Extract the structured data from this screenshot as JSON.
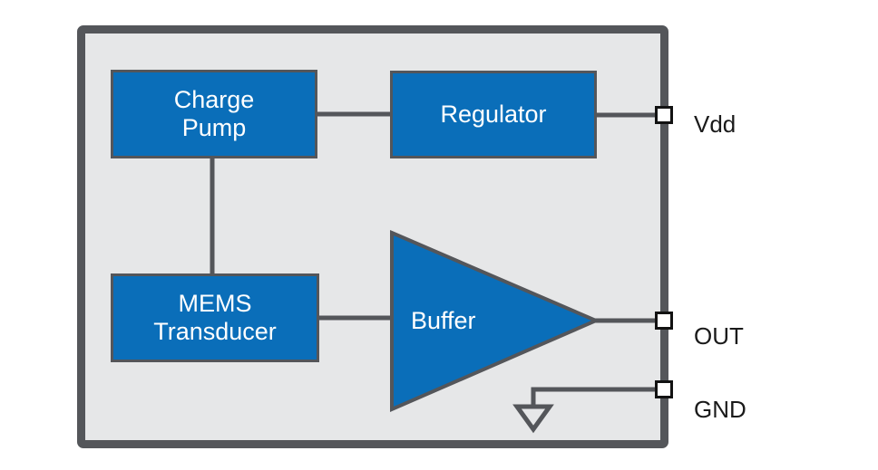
{
  "colors": {
    "canvas_bg": "#ffffff",
    "chip_fill": "#e6e7e8",
    "chip_border": "#54565a",
    "block_fill": "#0a6eb9",
    "block_border": "#54565a",
    "block_text": "#ffffff",
    "wire": "#54565a",
    "pin_fill": "#ffffff",
    "pin_border": "#121212",
    "pin_label_text": "#1a1a1a"
  },
  "blocks": {
    "charge_pump": {
      "line1": "Charge",
      "line2": "Pump"
    },
    "regulator": {
      "label": "Regulator"
    },
    "mems_transducer": {
      "line1": "MEMS",
      "line2": "Transducer"
    },
    "buffer": {
      "label": "Buffer"
    }
  },
  "pins": [
    {
      "name": "Vdd"
    },
    {
      "name": "OUT"
    },
    {
      "name": "GND"
    }
  ]
}
